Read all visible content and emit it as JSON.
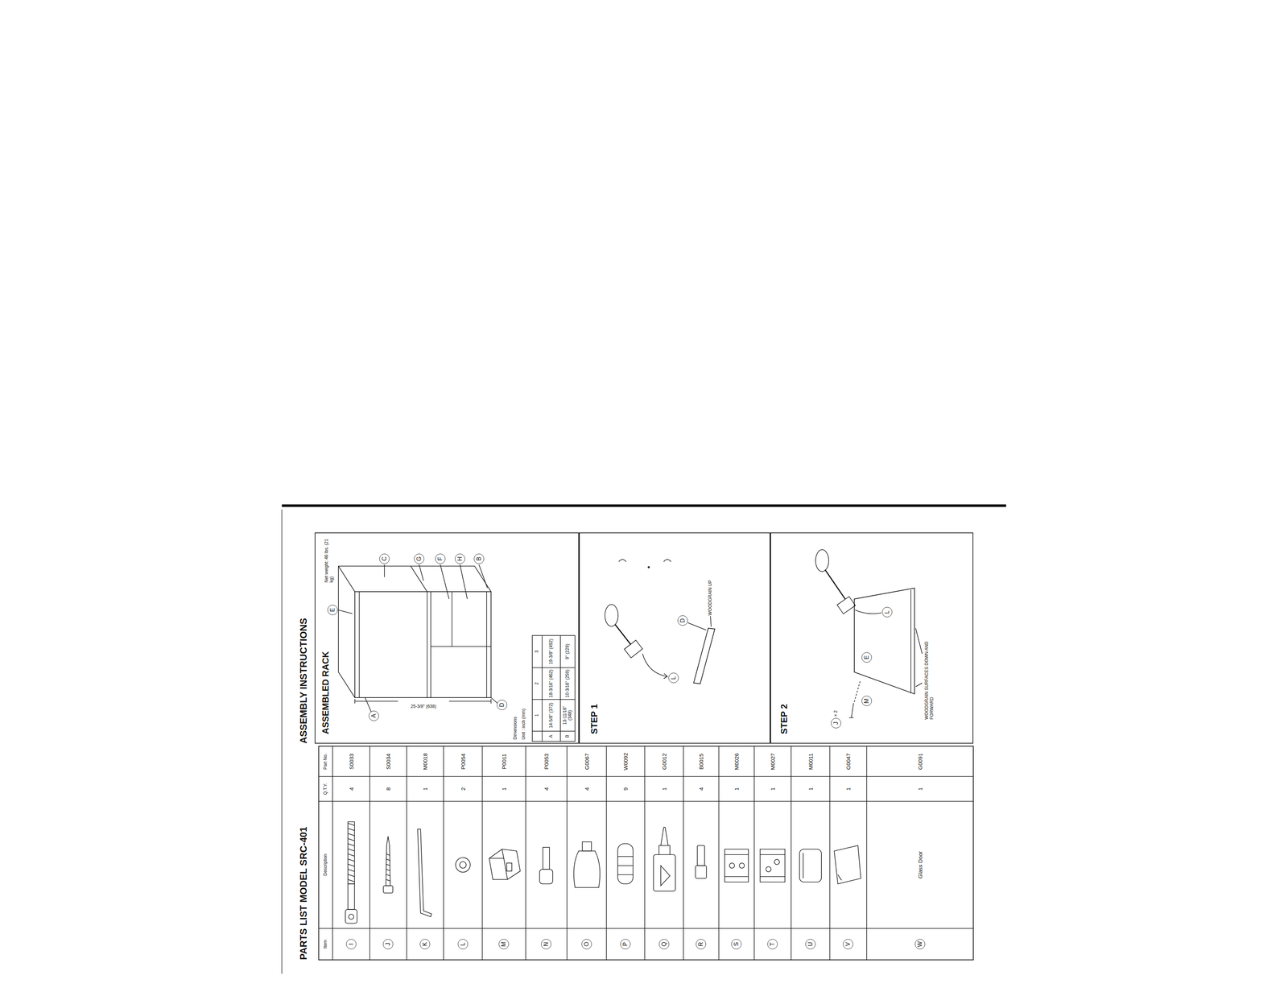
{
  "diagram": {
    "nodes": [
      {
        "text": [
          "ASSEMBLED RACK"
        ]
      },
      {
        "text": [
          "STEP 1"
        ]
      },
      {
        "text": [
          "STEP 2"
        ]
      }
    ],
    "labels": [
      "PARTS LIST MODEL SRC-401",
      "Item",
      "Description",
      "Q.T.Y.",
      "Part No.",
      "I",
      "4",
      "S0033",
      "J",
      "8",
      "S0034",
      "K",
      "1",
      "M0018",
      "L",
      "2",
      "P0054",
      "M",
      "1",
      "P0011",
      "N",
      "4",
      "P0053",
      "O",
      "4",
      "G0067",
      "P",
      "9",
      "W0092",
      "Q",
      "1",
      "G0012",
      "R",
      "4",
      "B0015",
      "S",
      "1",
      "M0026",
      "T",
      "1",
      "M0027",
      "U",
      "1",
      "M0011",
      "V",
      "1",
      "G0047",
      "W",
      "Glass Door",
      "1",
      "G0091",
      "ASSEMBLY INSTRUCTIONS",
      "Net weight: 46 lbs. (21 kg)",
      "A",
      "E",
      "C",
      "G",
      "F",
      "H",
      "B",
      "D",
      "25-3/8\" (638)",
      "Dimensions",
      "Unit : inch (mm)",
      "1",
      "2",
      "3",
      "A",
      "14-5/8\" (372)",
      "18-3/16\" (462)",
      "19-3/8\" (492)",
      "B",
      "13-11/16\" (348)",
      "10-3/16\" (259)",
      "9\" (229)",
      "L",
      "D",
      "WOODGRAIN UP",
      "J",
      "× 2",
      "M",
      "E",
      "L",
      "WOODGRAIN SURFACES DOWN AND FORWARD"
    ]
  }
}
